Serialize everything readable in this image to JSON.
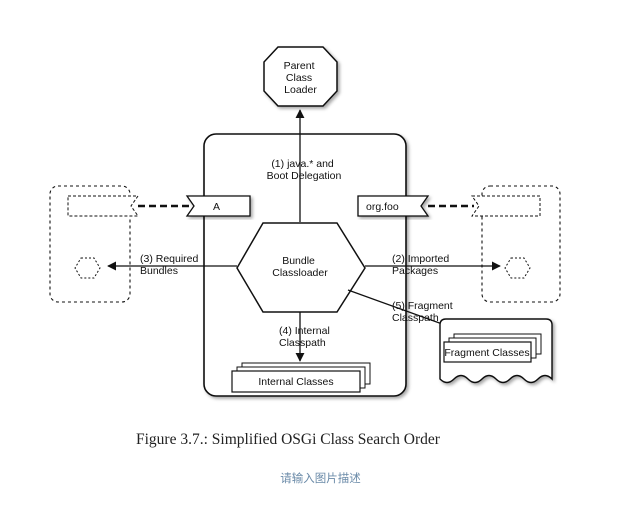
{
  "diagram": {
    "parent_loader": [
      "Parent",
      "Class",
      "Loader"
    ],
    "bundle_classloader": [
      "Bundle",
      "Classloader"
    ],
    "java_delegation": [
      "(1) java.* and",
      "Boot Delegation"
    ],
    "imported_packages": [
      "(2) Imported",
      "Packages"
    ],
    "required_bundles": [
      "(3) Required",
      "Bundles"
    ],
    "internal_classpath": [
      "(4) Internal",
      "Classpath"
    ],
    "fragment_classpath": [
      "(5) Fragment",
      "Classpath"
    ],
    "tab_a": "A",
    "tab_org_foo": "org.foo",
    "internal_classes": "Internal Classes",
    "fragment_classes": "Fragment Classes"
  },
  "caption": "Figure 3.7.: Simplified OSGi Class Search Order",
  "subcaption": "请输入图片描述"
}
